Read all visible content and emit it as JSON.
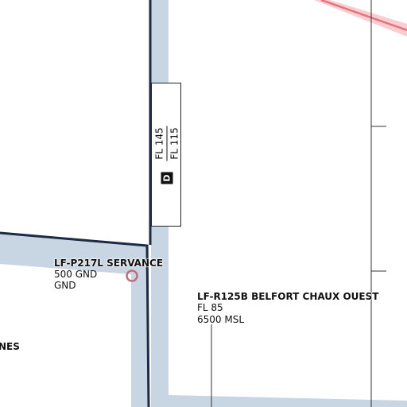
{
  "map": {
    "colors": {
      "airspace_buffer": "#c8d5e2",
      "airspace_border": "#1c2a45",
      "restricted_area": "#e8707a",
      "restricted_buffer": "#f6c9cc",
      "grid_line": "#333333",
      "point_marker": "#c0707a"
    },
    "airspace_label": {
      "class_badge": "D",
      "upper_limit": "FL 145",
      "lower_limit": "FL 115"
    },
    "zones": {
      "servance": {
        "name": "LF-P217L SERVANCE",
        "upper": "500 GND",
        "lower": "GND"
      },
      "belfort": {
        "name": "LF-R125B BELFORT CHAUX OUEST",
        "upper": "FL 85",
        "lower": "6500 MSL"
      },
      "partial_left": {
        "name": "NES"
      }
    }
  }
}
